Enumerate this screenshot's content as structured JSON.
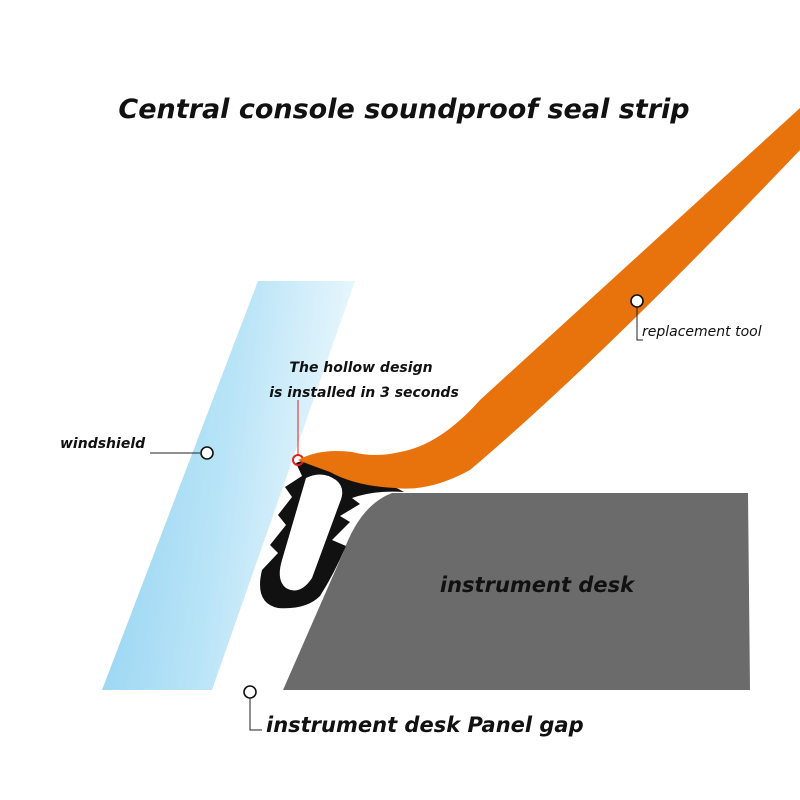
{
  "title": "Central console soundproof seal strip",
  "labels": {
    "replacement_tool": "replacement tool",
    "hollow_design_line1": "The hollow design",
    "hollow_design_line2": "is installed in 3 seconds",
    "windshield": "windshield",
    "instrument_desk": "instrument desk",
    "panel_gap": "instrument desk Panel gap"
  },
  "colors": {
    "tool": "#e8720c",
    "desk": "#6b6b6b",
    "glass": "#9fd8f2",
    "seal": "#111111",
    "highlight": "#e02020"
  }
}
